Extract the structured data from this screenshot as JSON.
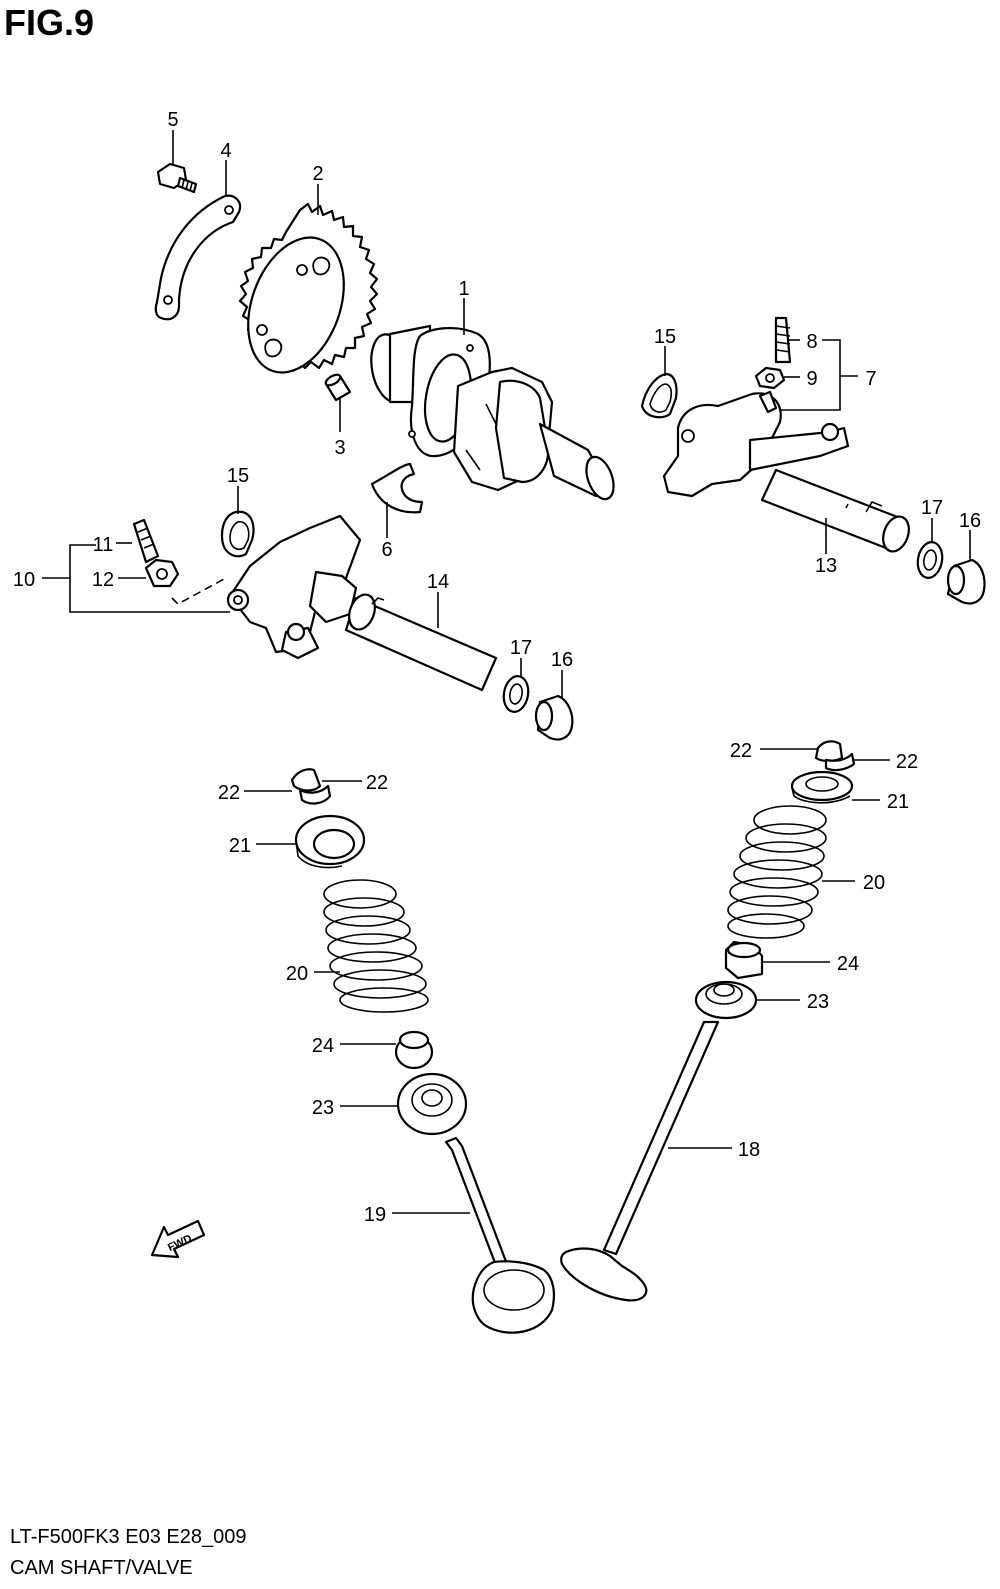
{
  "figure": {
    "title": "FIG.9",
    "footer_code": "LT-F500FK3 E03 E28_009",
    "footer_name": "CAM SHAFT/VALVE",
    "fwd_label": "FWD"
  },
  "callouts": [
    {
      "id": "c1",
      "label": "1"
    },
    {
      "id": "c2",
      "label": "2"
    },
    {
      "id": "c3",
      "label": "3"
    },
    {
      "id": "c4",
      "label": "4"
    },
    {
      "id": "c5",
      "label": "5"
    },
    {
      "id": "c6",
      "label": "6"
    },
    {
      "id": "c7",
      "label": "7"
    },
    {
      "id": "c8",
      "label": "8"
    },
    {
      "id": "c9",
      "label": "9"
    },
    {
      "id": "c10",
      "label": "10"
    },
    {
      "id": "c11",
      "label": "11"
    },
    {
      "id": "c12",
      "label": "12"
    },
    {
      "id": "c13",
      "label": "13"
    },
    {
      "id": "c14",
      "label": "14"
    },
    {
      "id": "c15a",
      "label": "15"
    },
    {
      "id": "c15b",
      "label": "15"
    },
    {
      "id": "c16a",
      "label": "16"
    },
    {
      "id": "c16b",
      "label": "16"
    },
    {
      "id": "c17a",
      "label": "17"
    },
    {
      "id": "c17b",
      "label": "17"
    },
    {
      "id": "c18",
      "label": "18"
    },
    {
      "id": "c19",
      "label": "19"
    },
    {
      "id": "c20a",
      "label": "20"
    },
    {
      "id": "c20b",
      "label": "20"
    },
    {
      "id": "c21a",
      "label": "21"
    },
    {
      "id": "c21b",
      "label": "21"
    },
    {
      "id": "c22a",
      "label": "22"
    },
    {
      "id": "c22b",
      "label": "22"
    },
    {
      "id": "c22c",
      "label": "22"
    },
    {
      "id": "c22d",
      "label": "22"
    },
    {
      "id": "c23a",
      "label": "23"
    },
    {
      "id": "c23b",
      "label": "23"
    },
    {
      "id": "c24a",
      "label": "24"
    },
    {
      "id": "c24b",
      "label": "24"
    }
  ]
}
